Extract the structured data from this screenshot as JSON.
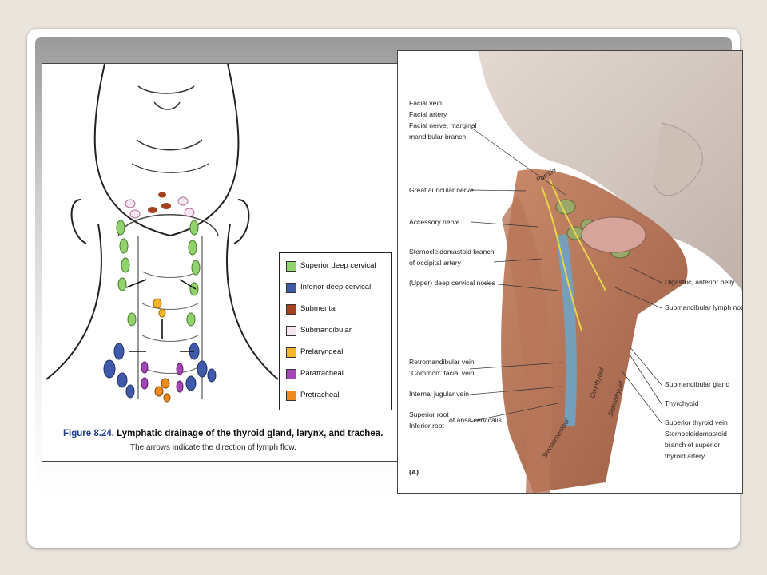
{
  "left_figure": {
    "legend": [
      {
        "label": "Superior deep cervical",
        "color": "#8fd36a"
      },
      {
        "label": "Inferior deep cervical",
        "color": "#3f5aa8"
      },
      {
        "label": "Submental",
        "color": "#a4411e"
      },
      {
        "label": "Submandibular",
        "color": "#f6e6ef"
      },
      {
        "label": "Prelaryngeal",
        "color": "#f5b72a"
      },
      {
        "label": "Paratracheal",
        "color": "#a347b4"
      },
      {
        "label": "Pretracheal",
        "color": "#f08a1c"
      }
    ],
    "caption_number": "Figure 8.24.",
    "caption_title": "Lymphatic drainage of the thyroid gland, larynx, and trachea.",
    "caption_note": "The arrows indicate the direction of lymph flow."
  },
  "right_figure": {
    "labels_left": [
      "Facial vein",
      "Facial artery",
      "Facial nerve, marginal",
      "mandibular branch",
      "Great auricular nerve",
      "Accessory nerve",
      "Sternocleidomastoid branch",
      "of occipital artery",
      "(Upper) deep cervical nodes",
      "Retromandibular vein",
      "\"Common\" facial vein",
      "Internal jugular vein",
      "Superior root",
      "Inferior root",
      "of ansa cervicalis"
    ],
    "labels_right": [
      "Digastric, anterior belly",
      "Submandibular lymph nodes",
      "Submandibular gland",
      "Thyrohyoid",
      "Superior thyroid vein",
      "Sternocleidomastoid",
      "branch of superior",
      "thyroid artery"
    ],
    "on_image_labels": [
      "Parotid",
      "Omohyoid",
      "Sternohyoid",
      "Sternomastoid"
    ],
    "panel_letter": "(A)"
  }
}
